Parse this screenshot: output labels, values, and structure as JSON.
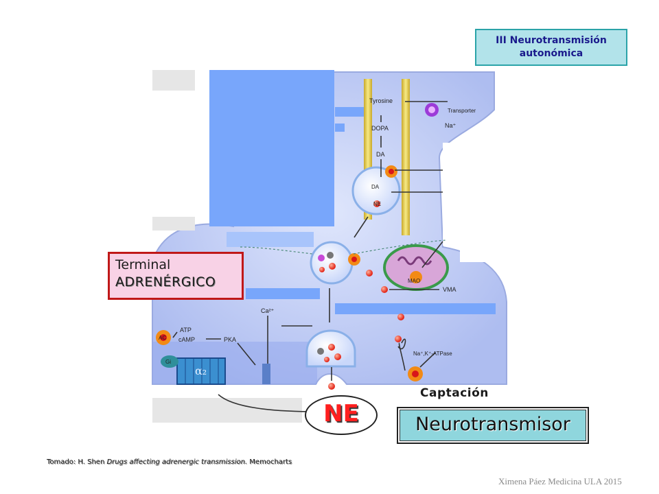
{
  "title": {
    "line1": "III  Neurotransmisión",
    "line2": "autonómica"
  },
  "terminal": {
    "line1": "Terminal",
    "line2": "ADRENÉRGICO"
  },
  "diagram_labels": {
    "tyrosine": "Tyrosine",
    "transporter": "Transporter",
    "na": "Na⁺",
    "dopa": "DOPA",
    "da": "DA",
    "da_vesicle": "DA",
    "ne_vesicle": "NE",
    "mao": "MAO",
    "vma": "VMA",
    "ca": "Ca²⁺",
    "atp": "ATP",
    "camp": "cAMP",
    "pka": "PKA",
    "ac": "AC",
    "gi": "Gi",
    "alpha2": "α₂",
    "na_k_atpase": "Na⁺,K⁺-ATPase"
  },
  "captacion": "Captación",
  "ne_label": "NE",
  "neurotransmisor": "Neurotransmisor",
  "source": {
    "prefix": "Tomado: H. Shen ",
    "title": "Drugs affecting adrenergic transmission.",
    "suffix": " Memocharts"
  },
  "author": "Ximena Páez Medicina ULA 2015",
  "colors": {
    "cytoplasm": "#b9c6f5",
    "overlay_blue": "#78a6fb",
    "axon_yellow": "#e8d24a",
    "vesicle": "#e6eefc",
    "ne_red": "#ff1f1f",
    "title_bg": "#b2e3ea",
    "terminal_border": "#c01818"
  }
}
